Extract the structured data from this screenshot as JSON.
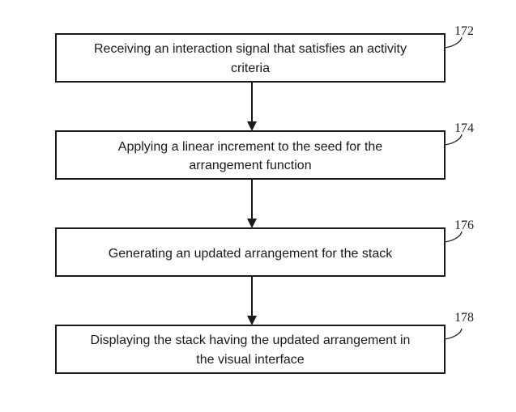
{
  "steps": [
    {
      "ref": "172",
      "lines": [
        "Receiving an interaction signal that satisfies an activity",
        "criteria"
      ]
    },
    {
      "ref": "174",
      "lines": [
        "Applying a linear increment to the seed for the",
        "arrangement function"
      ]
    },
    {
      "ref": "176",
      "lines": [
        "Generating an updated arrangement for the stack"
      ]
    },
    {
      "ref": "178",
      "lines": [
        "Displaying the stack having the updated arrangement in",
        "the visual interface"
      ]
    }
  ]
}
